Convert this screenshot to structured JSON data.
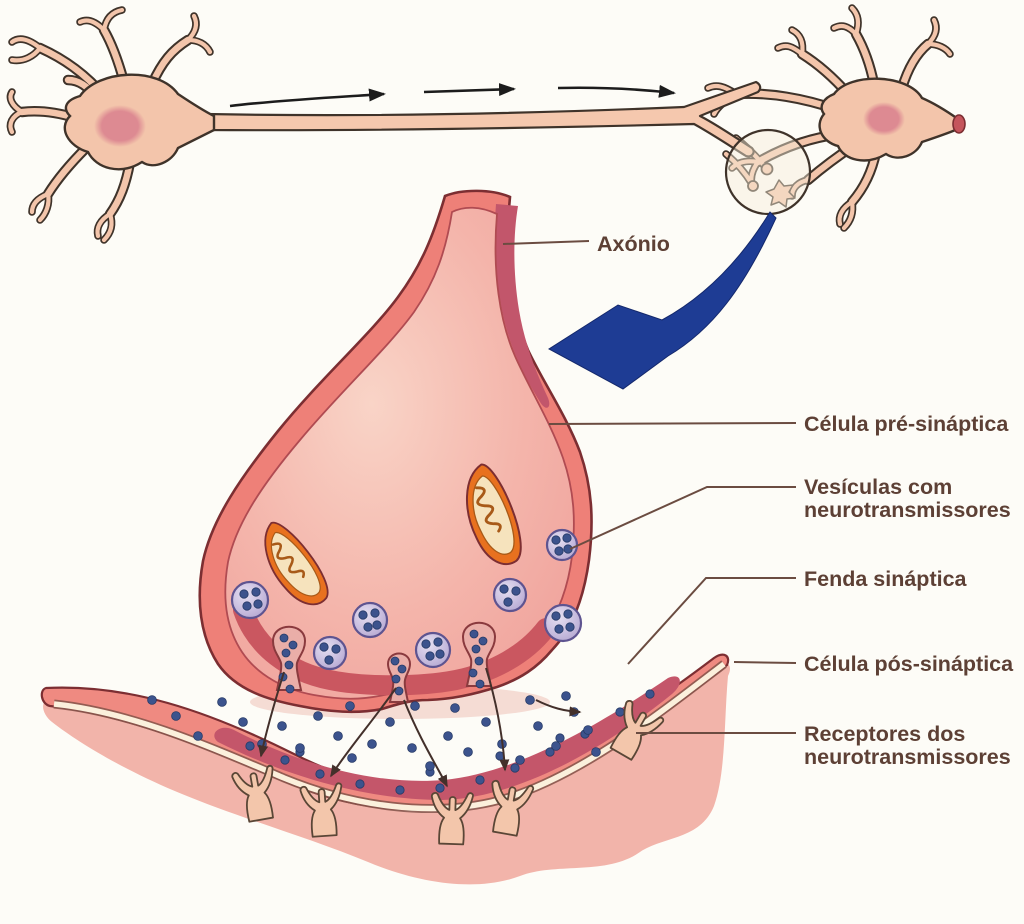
{
  "figure": {
    "subject": "synapse",
    "labels": {
      "axon": "Axónio",
      "presynaptic_cell": "Célula pré-sináptica",
      "vesicles_line1": "Vesículas com",
      "vesicles_line2": "neurotransmissores",
      "synaptic_cleft": "Fenda sináptica",
      "postsynaptic_cell": "Célula pós-sináptica",
      "receptors_line1": "Receptores dos",
      "receptors_line2": "neurotransmissores"
    }
  },
  "palette": {
    "background": "#fdfcf7",
    "neuron_fill": "#f3c5ab",
    "neuron_outline": "#3f332a",
    "nucleus": "#dd8a92",
    "axon_tip_red": "#c5555c",
    "terminal_membrane": "#ee8078",
    "terminal_outline": "#7c2e32",
    "terminal_inner": "#f4b5ab",
    "inner_bottom_band": "#ca5760",
    "neck_cutaway": "#c2566b",
    "mitochondrion_outer": "#e8711f",
    "mitochondrion_inner": "#f6e3bd",
    "vesicle_fill": "#c7bcde",
    "vesicle_outline": "#5e5490",
    "neurotransmitter_dot": "#3c538d",
    "postsynaptic_band": "#ef8a81",
    "postsynaptic_core": "#c4566a",
    "postsynaptic_wash": "#f2b4aa",
    "receptor_fill": "#f3c6ab",
    "zoom_arrow": "#1e3c94",
    "impulse_arrow": "#1c1c1c",
    "label_text": "#5d4035",
    "leader_line": "#6b4c41"
  }
}
